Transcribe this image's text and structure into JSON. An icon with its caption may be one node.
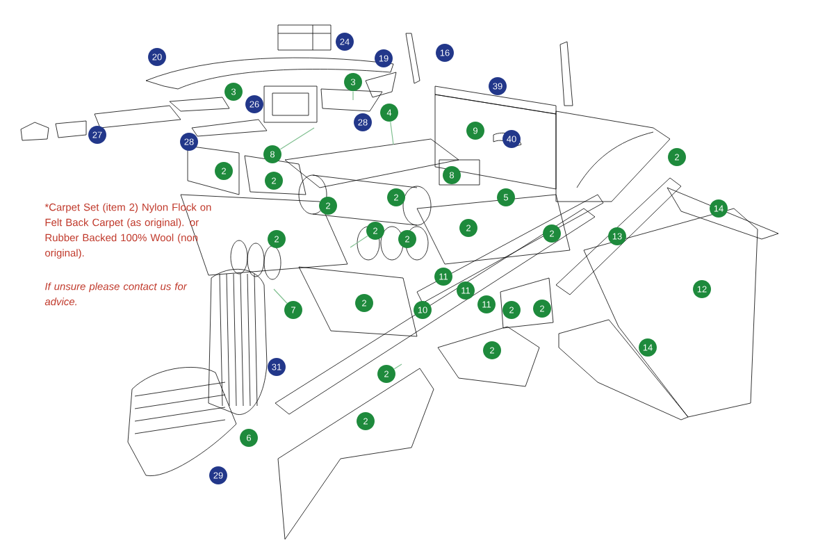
{
  "diagram": {
    "nodes": [
      {
        "text": [
          "24"
        ]
      },
      {
        "text": [
          "16"
        ]
      },
      {
        "text": [
          "20"
        ]
      },
      {
        "text": [
          "19"
        ]
      },
      {
        "text": [
          "3"
        ]
      },
      {
        "text": [
          "39"
        ]
      },
      {
        "text": [
          "3"
        ]
      },
      {
        "text": [
          "26"
        ]
      },
      {
        "text": [
          "4"
        ]
      },
      {
        "text": [
          "28"
        ]
      },
      {
        "text": [
          "9"
        ]
      },
      {
        "text": [
          "27"
        ]
      },
      {
        "text": [
          "40"
        ]
      },
      {
        "text": [
          "28"
        ]
      },
      {
        "text": [
          "8"
        ]
      },
      {
        "text": [
          "2"
        ]
      },
      {
        "text": [
          "2"
        ]
      },
      {
        "text": [
          "8"
        ]
      },
      {
        "text": [
          "2"
        ]
      },
      {
        "text": [
          "2"
        ]
      },
      {
        "text": [
          "5"
        ]
      },
      {
        "text": [
          "2"
        ]
      },
      {
        "text": [
          "14"
        ]
      },
      {
        "text": [
          "2"
        ]
      },
      {
        "text": [
          "2"
        ]
      },
      {
        "text": [
          "2"
        ]
      },
      {
        "text": [
          "13"
        ]
      },
      {
        "text": [
          "2"
        ]
      },
      {
        "text": [
          "2"
        ]
      },
      {
        "text": [
          "11"
        ]
      },
      {
        "text": [
          "12"
        ]
      },
      {
        "text": [
          "11"
        ]
      },
      {
        "text": [
          "2"
        ]
      },
      {
        "text": [
          "11"
        ]
      },
      {
        "text": [
          "2"
        ]
      },
      {
        "text": [
          "2"
        ]
      },
      {
        "text": [
          "7"
        ]
      },
      {
        "text": [
          "10"
        ]
      },
      {
        "text": [
          "14"
        ]
      },
      {
        "text": [
          "2"
        ]
      },
      {
        "text": [
          "31"
        ]
      },
      {
        "text": [
          "2"
        ]
      },
      {
        "text": [
          "2"
        ]
      },
      {
        "text": [
          "6"
        ]
      },
      {
        "text": [
          "29"
        ]
      }
    ],
    "edges": [
      {
        "from": 14,
        "to": null,
        "arrow": "none"
      },
      {
        "from": 36,
        "to": null,
        "arrow": "none"
      },
      {
        "from": 24,
        "to": null,
        "arrow": "none"
      },
      {
        "from": 41,
        "to": null,
        "arrow": "none"
      },
      {
        "from": 8,
        "to": null,
        "arrow": "none"
      },
      {
        "from": 4,
        "to": null,
        "arrow": "none"
      }
    ],
    "labels": [
      "*Carpet Set (item 2) Nylon Flock on Felt Back Carpet (as original). or Rubber Backed 100% Wool (non original).",
      "If unsure please contact us for advice."
    ]
  }
}
